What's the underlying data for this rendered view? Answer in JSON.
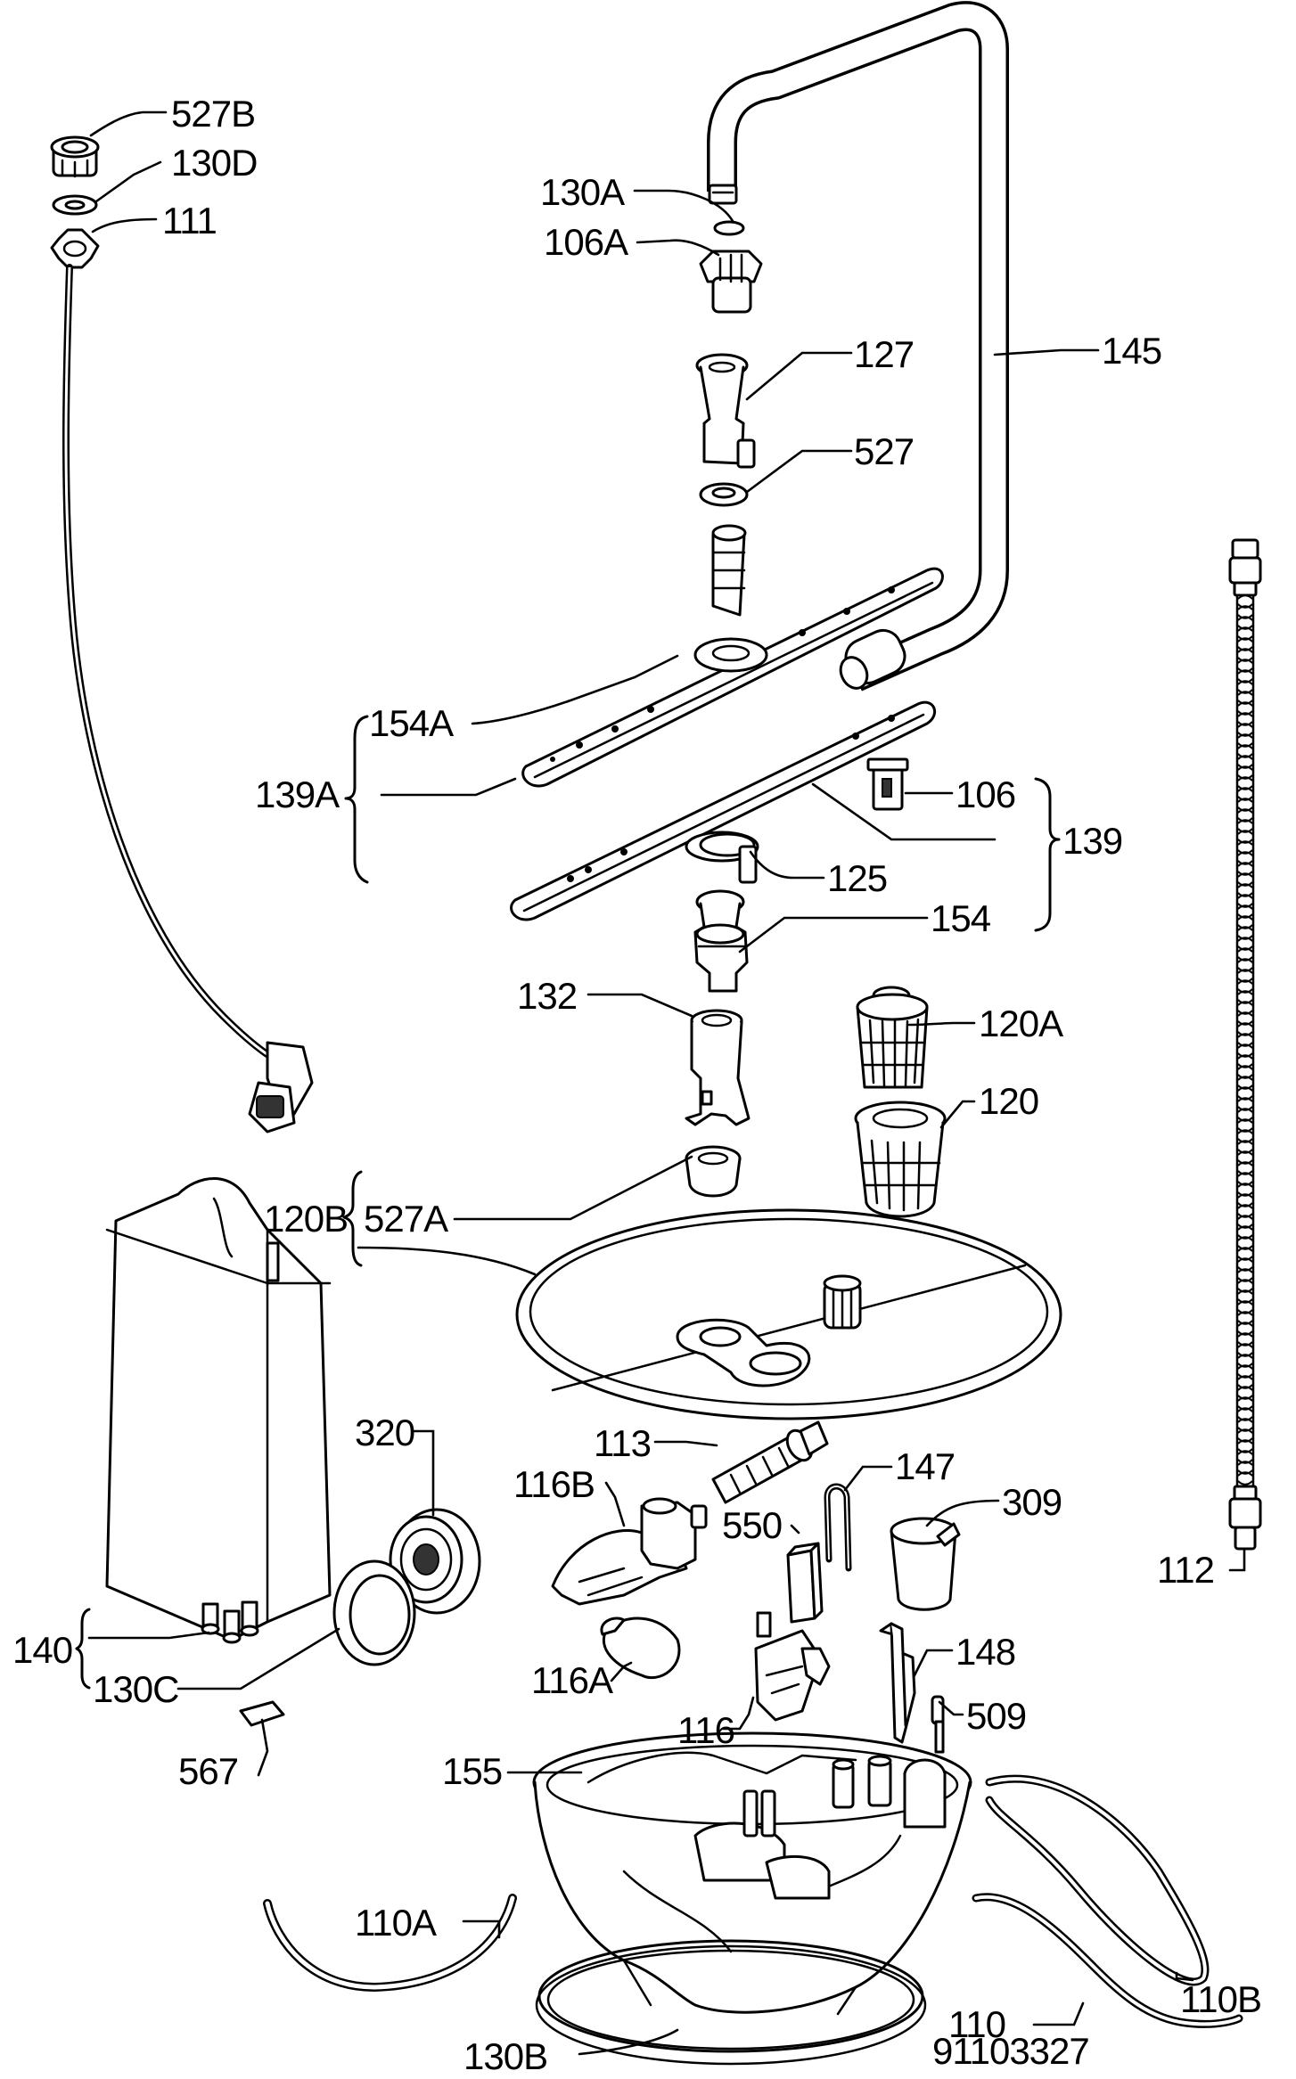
{
  "diagram": {
    "labels": [
      "527B",
      "130D",
      "111",
      "130A",
      "106A",
      "127",
      "145",
      "527",
      "154A",
      "139A",
      "106",
      "139",
      "125",
      "154",
      "132",
      "120A",
      "120",
      "120B",
      "527A",
      "113",
      "147",
      "309",
      "116B",
      "320",
      "550",
      "112",
      "116A",
      "116",
      "148",
      "140",
      "130C",
      "509",
      "567",
      "155",
      "110A",
      "110B",
      "110",
      "130B"
    ],
    "drawing_number": "91103327"
  }
}
